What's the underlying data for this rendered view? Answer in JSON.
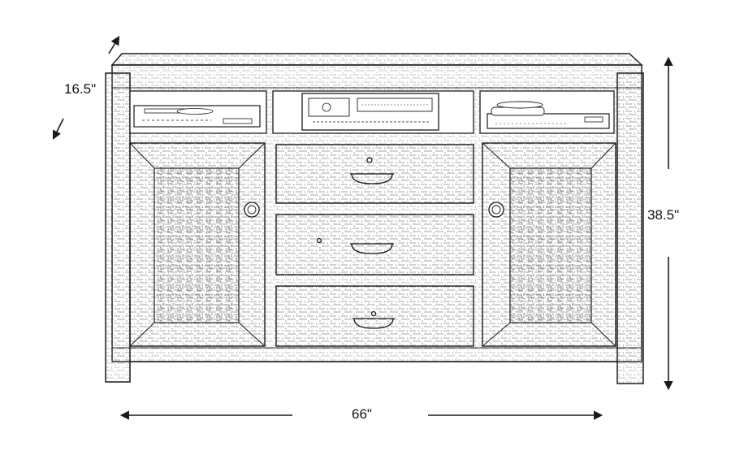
{
  "dimensions": {
    "depth": "16.5\"",
    "height": "38.5\"",
    "width": "66\""
  },
  "colors": {
    "line": "#1a1a1a",
    "texture": "#6b6b6b",
    "background": "#ffffff"
  }
}
